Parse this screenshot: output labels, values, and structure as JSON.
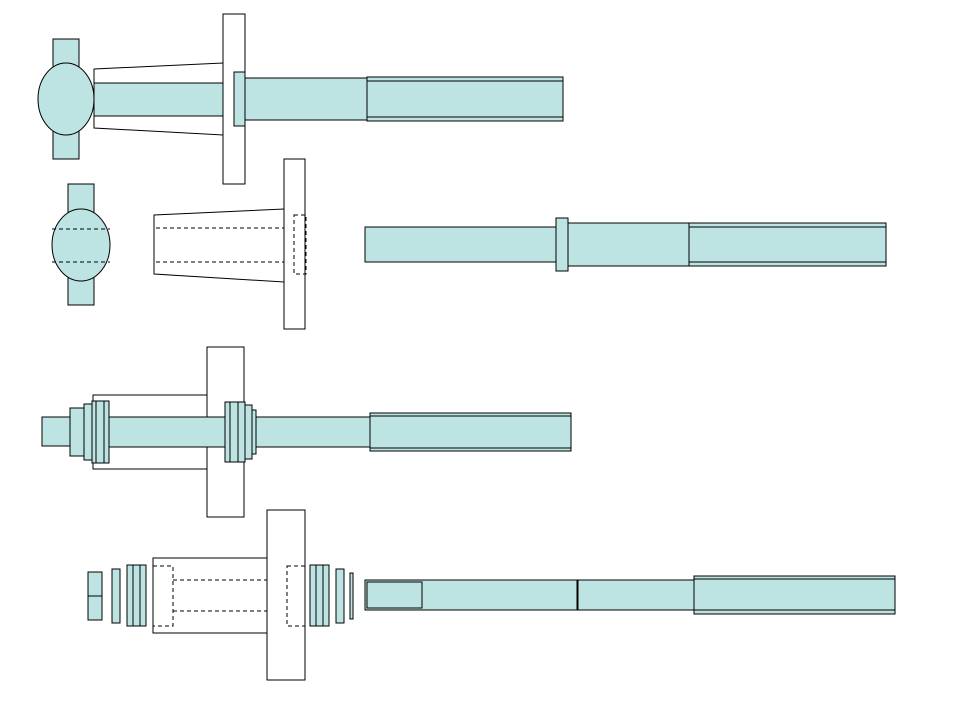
{
  "diagram": {
    "kind": "mechanical exploded assembly drawing",
    "views": [
      {
        "id": "assembled-view",
        "description_visible_text": ""
      },
      {
        "id": "separated-view",
        "description_visible_text": ""
      },
      {
        "id": "clamp-assembly-view",
        "description_visible_text": ""
      },
      {
        "id": "exploded-view",
        "description_visible_text": ""
      }
    ]
  },
  "colors": {
    "part_fill": "#bde3e3",
    "outline": "#000000",
    "background": "#ffffff"
  }
}
